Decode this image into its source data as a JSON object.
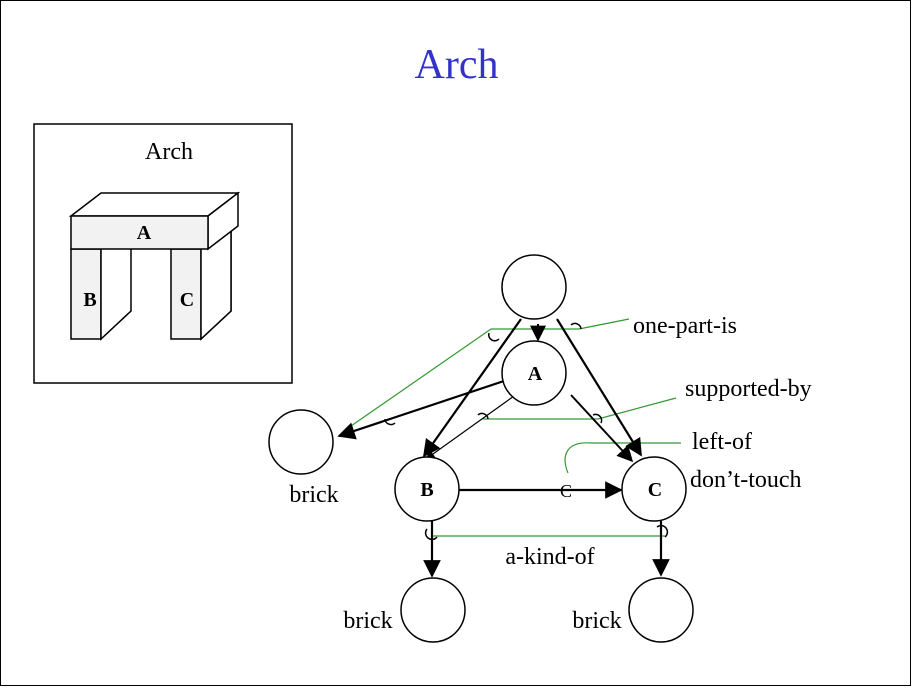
{
  "title": "Arch",
  "inset": {
    "caption": "Arch",
    "blocks": {
      "top": "A",
      "left": "B",
      "right": "C"
    }
  },
  "nodes": {
    "top": "",
    "a": "A",
    "b": "B",
    "c": "C",
    "brick_left": "brick",
    "brick_bottom_left": "brick",
    "brick_bottom_right": "brick"
  },
  "relations": {
    "one_part_is": "one-part-is",
    "supported_by": "supported-by",
    "left_of": "left-of",
    "dont_touch": "don’t-touch",
    "a_kind_of": "a-kind-of",
    "c_marker": "C"
  },
  "colors": {
    "title": "#3333cc",
    "relation_line": "#339933",
    "block_fill": "#f2f2f2"
  }
}
